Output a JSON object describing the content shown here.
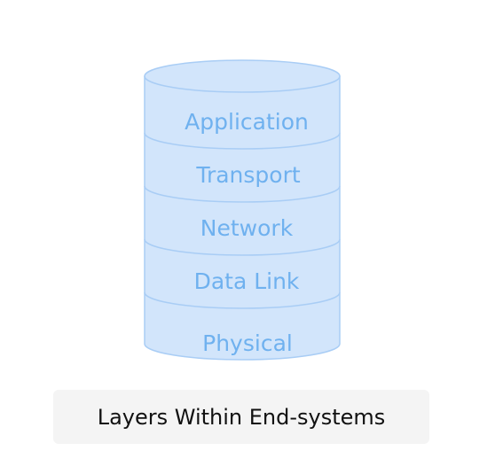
{
  "diagram": {
    "layers": [
      "Application",
      "Transport",
      "Network",
      "Data Link",
      "Physical"
    ],
    "colors": {
      "fill": "#d2e5fb",
      "stroke": "#a9cdf5",
      "text": "#6fb1ef"
    }
  },
  "caption": "Layers Within End-systems"
}
